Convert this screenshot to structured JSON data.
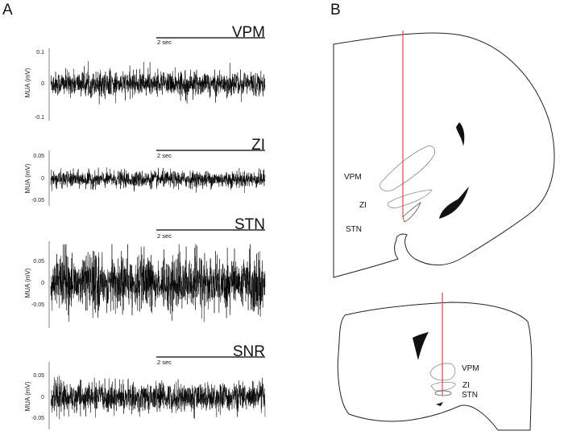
{
  "panel_a_label": "A",
  "panel_b_label": "B",
  "traces": [
    {
      "region": "VPM",
      "scale_label": "2 sec",
      "ylabel": "MUA (mV)",
      "ticks": [
        "0.1",
        "0",
        "-0.1"
      ],
      "tick_values": [
        0.1,
        0,
        -0.1
      ],
      "ylim": [
        -0.13,
        0.13
      ],
      "noise": 0.025,
      "spike_rate": 0.002,
      "spike_amp": 0.12
    },
    {
      "region": "ZI",
      "scale_label": "2 sec",
      "ylabel": "MUA (mV)",
      "ticks": [
        "0.05",
        "0",
        "-0.05"
      ],
      "tick_values": [
        0.05,
        0,
        -0.05
      ],
      "ylim": [
        -0.065,
        0.065
      ],
      "noise": 0.012,
      "spike_rate": 0.0,
      "spike_amp": 0.0
    },
    {
      "region": "STN",
      "scale_label": "2 sec",
      "ylabel": "MUA (mV)",
      "ticks": [
        "0.05",
        "0",
        "-0.05"
      ],
      "tick_values": [
        0.05,
        0,
        -0.05
      ],
      "ylim": [
        -0.085,
        0.085
      ],
      "noise": 0.03,
      "spike_rate": 0.001,
      "spike_amp": 0.07
    },
    {
      "region": "SNR",
      "scale_label": "2 sec",
      "ylabel": "MUA (mV)",
      "ticks": [
        "0.05",
        "0",
        "-0.05"
      ],
      "tick_values": [
        0.05,
        0,
        -0.05
      ],
      "ylim": [
        -0.075,
        0.075
      ],
      "noise": 0.018,
      "spike_rate": 0.012,
      "spike_amp": 0.06
    }
  ],
  "coronal_labels": {
    "vpm": "VPM",
    "zi": "ZI",
    "stn": "STN"
  },
  "sagittal_labels": {
    "vpm": "VPM",
    "zi": "ZI",
    "stn": "STN"
  },
  "colors": {
    "trace": "#000000",
    "electrode": "#e8424a",
    "outline": "#222222",
    "nucleus": "#9a9a9a"
  }
}
